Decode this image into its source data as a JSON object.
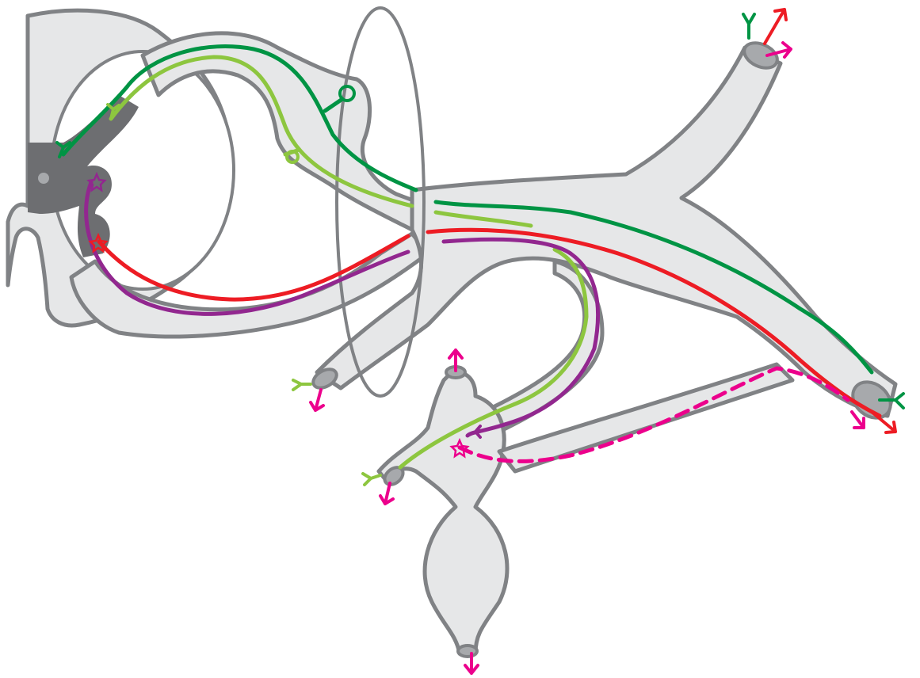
{
  "diagram": {
    "labels": [],
    "colors": {
      "tissue_fill": "#e6e7e8",
      "outline": "#808285",
      "grey_matter": "#6d6e71",
      "somatic_sensory": "#009444",
      "visceral_sensory": "#8dc63f",
      "somatic_motor": "#ed1c24",
      "visceral_motor_preganglionic": "#92278f",
      "visceral_motor_postganglionic": "#ec008c"
    },
    "pathways": [
      {
        "id": "somatic-sensory",
        "color": "#009444",
        "line": "solid"
      },
      {
        "id": "visceral-sensory",
        "color": "#8dc63f",
        "line": "solid"
      },
      {
        "id": "somatic-motor",
        "color": "#ed1c24",
        "line": "solid"
      },
      {
        "id": "visceral-motor-preganglionic",
        "color": "#92278f",
        "line": "solid"
      },
      {
        "id": "visceral-motor-postganglionic",
        "color": "#ec008c",
        "line": "dashed"
      }
    ],
    "icons": [
      "dendrite-terminal-icon",
      "arrow-icon",
      "star-cell-body-icon",
      "ganglion-cell-body-icon"
    ]
  }
}
